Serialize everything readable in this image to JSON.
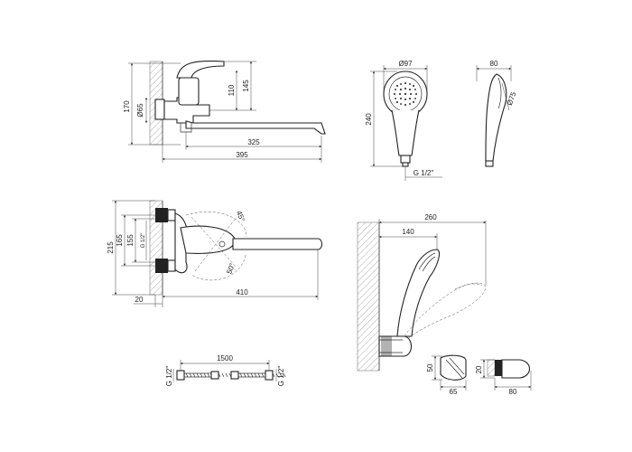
{
  "faucet_side": {
    "dims": {
      "height_total": "170",
      "height_lever": "145",
      "height_inlet": "110",
      "diameter": "Ø65",
      "spout_325": "325",
      "spout_395": "395"
    }
  },
  "shower_head_front": {
    "diameter": "Ø97",
    "height": "240",
    "thread": "G 1/2\""
  },
  "shower_head_side": {
    "width": "80",
    "diameter": "Ø75"
  },
  "faucet_top": {
    "dims": {
      "height_215": "215",
      "height_165": "165",
      "height_155": "155",
      "thread": "G 1/2\"",
      "offset_20": "20",
      "length_410": "410",
      "angle_45": "45°",
      "angle_50": "50°"
    }
  },
  "wall_mount": {
    "width_260": "260",
    "width_140": "140"
  },
  "hose": {
    "length": "1500",
    "thread_left": "G 1/2\"",
    "thread_right": "G 1/2\""
  },
  "holder_front": {
    "height": "50",
    "width": "65"
  },
  "holder_side": {
    "height": "20",
    "width": "80"
  }
}
